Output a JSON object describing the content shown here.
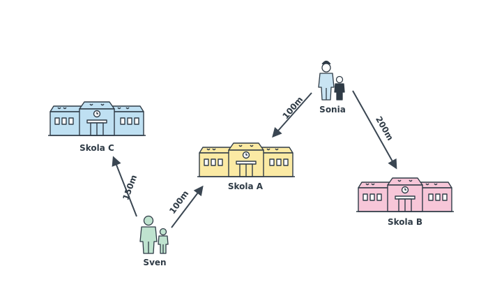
{
  "schools": {
    "c": {
      "label": "Skola C",
      "color": "#bfe0f2"
    },
    "a": {
      "label": "Skola A",
      "color": "#fbeaa4"
    },
    "b": {
      "label": "Skola B",
      "color": "#f7c6d8"
    }
  },
  "people": {
    "sonia": {
      "label": "Sonia",
      "color": "#c9e4f3"
    },
    "sven": {
      "label": "Sven",
      "color": "#bfe3cf"
    }
  },
  "distances": {
    "sven_to_c": "150m",
    "sven_to_a": "100m",
    "sonia_to_a": "100m",
    "sonia_to_b": "200m"
  },
  "colors": {
    "stroke": "#2f3b46",
    "arrow": "#3a4652"
  }
}
